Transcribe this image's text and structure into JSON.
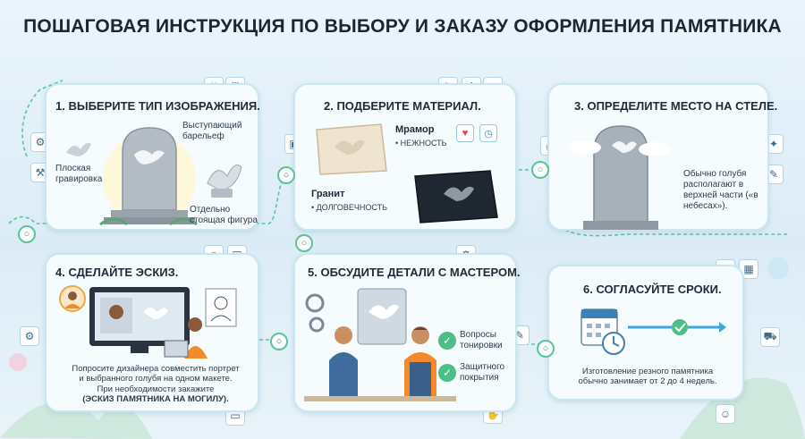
{
  "title": "ПОШАГОВАЯ ИНСТРУКЦИЯ ПО ВЫБОРУ И ЗАКАЗУ ОФОРМЛЕНИЯ ПАМЯТНИКА",
  "steps": [
    {
      "title": "1. ВЫБЕРИТЕ ТИП ИЗОБРАЖЕНИЯ.",
      "labels": {
        "relief": "Выступающий барельеф",
        "flat": "Плоская гравировка",
        "figure": "Отдельно стоящая фигура"
      }
    },
    {
      "title": "2. ПОДБЕРИТЕ МАТЕРИАЛ.",
      "marble": "Мрамор",
      "marble_note": "• НЕЖНОСТЬ",
      "granite": "Гранит",
      "granite_note": "• ДОЛГОВЕЧНОСТЬ"
    },
    {
      "title": "3. ОПРЕДЕЛИТЕ МЕСТО НА СТЕЛЕ.",
      "note": "Обычно голубя располагают в верхней части («в небесах»)."
    },
    {
      "title": "4. СДЕЛАЙТЕ ЭСКИЗ.",
      "text_line1": "Попросите дизайнера совместить портрет",
      "text_line2": "и выбранного голубя на одном макете.",
      "text_line3": "При необходимости закажите",
      "text_bold": "(ЭСКИЗ ПАМЯТНИКА НА МОГИЛУ)."
    },
    {
      "title": "5. ОБСУДИТЕ ДЕТАЛИ С МАСТЕРОМ.",
      "bullet1": "Вопросы тонировки",
      "bullet2": "Защитного покрытия"
    },
    {
      "title": "6. СОГЛАСУЙТЕ СРОКИ.",
      "note_line1": "Изготовление резного памятника",
      "note_line2": "обычно занимает от 2 до 4 недель."
    }
  ],
  "icons": [
    "hammer-icon",
    "chisel-icon",
    "check-icon",
    "gear-icon",
    "clock-icon",
    "calendar-icon",
    "person-icon",
    "monitor-icon",
    "truck-icon",
    "handshake-icon",
    "heart-icon",
    "cube-icon",
    "wrench-icon",
    "paintbrush-icon"
  ],
  "colors": {
    "card_border": "#c9e6f1",
    "path": "#57c49b",
    "accent_orange": "#f08a2a",
    "text": "#1d2a36"
  }
}
